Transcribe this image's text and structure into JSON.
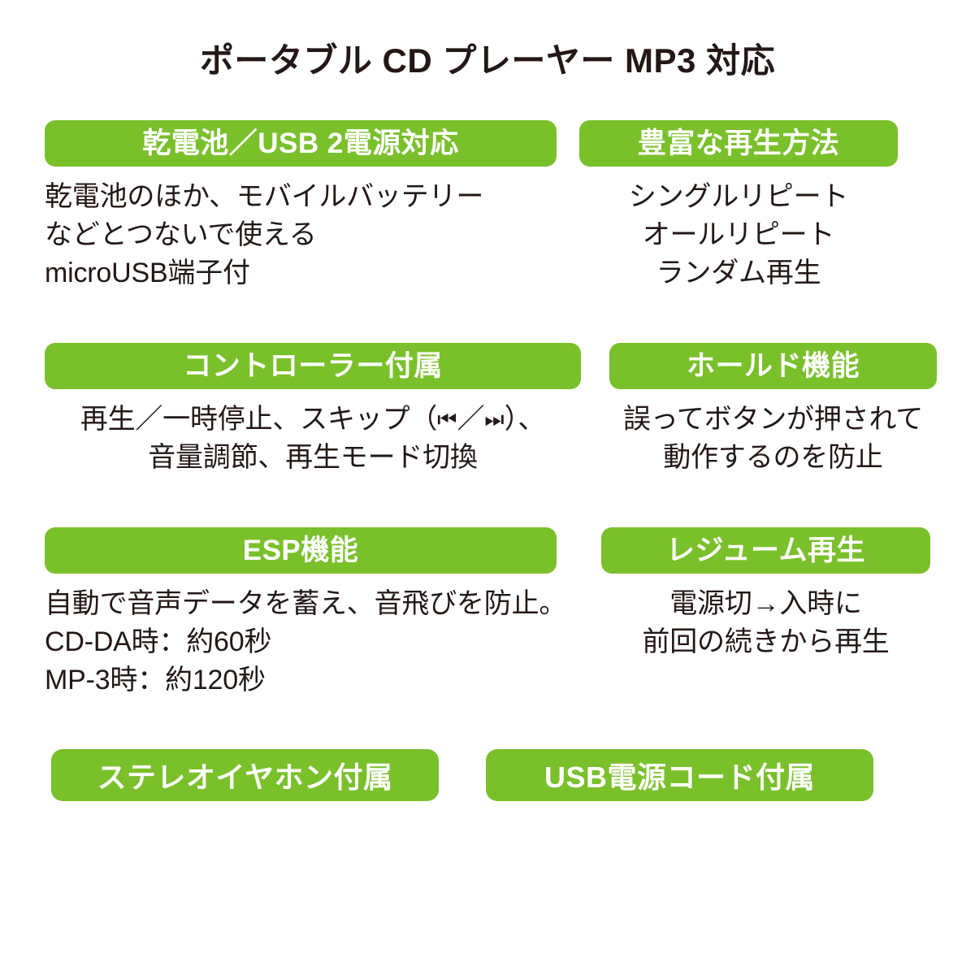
{
  "title": "ポータブル CD プレーヤー MP3 対応",
  "accent_color": "#7ac02b",
  "text_color": "#231815",
  "features": [
    {
      "heading": "乾電池／USB 2電源対応",
      "lines": [
        "乾電池のほか、モバイルバッテリー",
        "などとつないで使える",
        "microUSB端子付"
      ]
    },
    {
      "heading": "豊富な再生方法",
      "lines": [
        "シングルリピート",
        "オールリピート",
        "ランダム再生"
      ]
    },
    {
      "heading": "コントローラー付属",
      "lines_parts": {
        "line1_a": "再生／一時停止、スキップ（",
        "line1_prev_icon": "⏮",
        "line1_sep": "／",
        "line1_next_icon": "⏭",
        "line1_b": "）、"
      },
      "lines": [
        "音量調節、再生モード切換"
      ]
    },
    {
      "heading": "ホールド機能",
      "lines": [
        "誤ってボタンが押されて",
        "動作するのを防止"
      ]
    },
    {
      "heading": "ESP機能",
      "lines": [
        "自動で音声データを蓄え、音飛びを防止。",
        "CD-DA時：約60秒",
        "MP-3時：約120秒"
      ]
    },
    {
      "heading": "レジューム再生",
      "lines": [
        "電源切→入時に",
        "前回の続きから再生"
      ]
    }
  ],
  "bottom_badges": [
    {
      "label": "ステレオイヤホン付属"
    },
    {
      "label": "USB電源コード付属"
    }
  ]
}
